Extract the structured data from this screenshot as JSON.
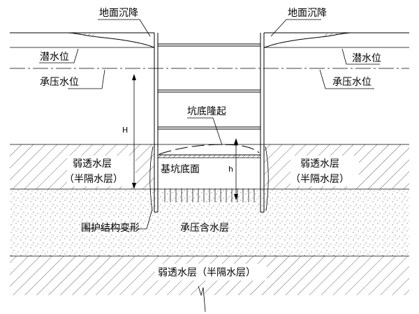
{
  "labels": {
    "settlement_left": "地面沉降",
    "settlement_right": "地面沉降",
    "phreatic_left": "潜水位",
    "phreatic_right": "潜水位",
    "confined_left": "承压水位",
    "confined_right": "承压水位",
    "heave": "坑底隆起",
    "pit_bottom": "基坑底面",
    "aquitard_upper_left_1": "弱透水层",
    "aquitard_upper_left_2": "（半隔水层）",
    "aquitard_upper_right_1": "弱透水层",
    "aquitard_upper_right_2": "（半隔水层）",
    "confined_aquifer": "承压含水层",
    "wall_deformation": "围护结构变形",
    "aquitard_lower": "弱透水层（半隔水层）",
    "dim_H": "H",
    "dim_h": "h"
  },
  "colors": {
    "line": "#000000",
    "background": "#ffffff"
  }
}
